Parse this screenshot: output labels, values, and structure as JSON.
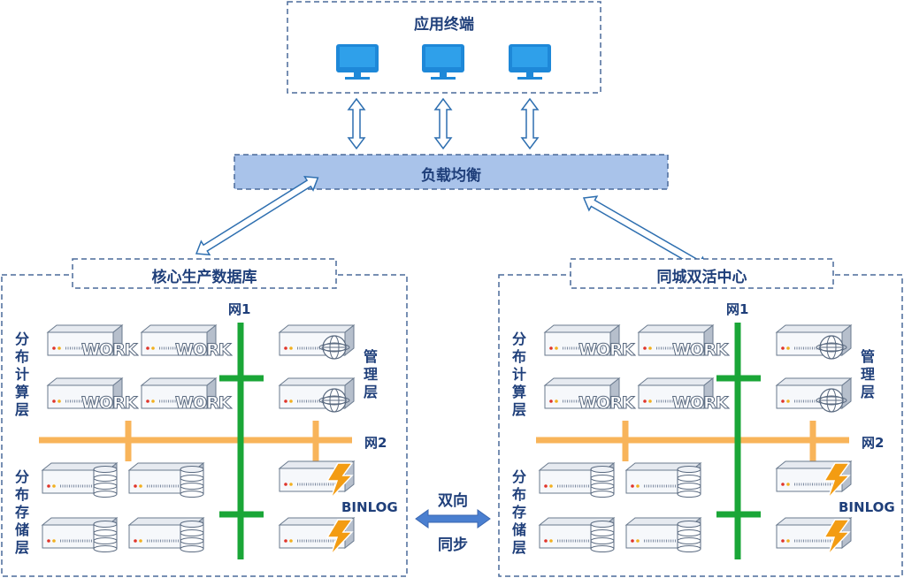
{
  "terminal": {
    "title": "应用终端",
    "monitor_icons": [
      "monitor-icon",
      "monitor-icon",
      "monitor-icon"
    ]
  },
  "load_balancer": {
    "label": "负载均衡"
  },
  "sync": {
    "line1": "双向",
    "line2": "同步"
  },
  "sites": [
    {
      "title": "核心生产数据库",
      "net1": "网1",
      "net2": "网2",
      "compute_layer": "分布计算层",
      "storage_layer": "分布存储层",
      "mgmt_layer": "管理层",
      "binlog": "BINLOG",
      "work_text": "WORK"
    },
    {
      "title": "同城双活中心",
      "net1": "网1",
      "net2": "网2",
      "compute_layer": "分布计算层",
      "storage_layer": "分布存储层",
      "mgmt_layer": "管理层",
      "binlog": "BINLOG",
      "work_text": "WORK"
    }
  ],
  "colors": {
    "frame": "#4a6a9a",
    "lb_fill": "#a9c3ea",
    "monitor": "#1e88d8",
    "net1": "#1aa637",
    "net2": "#f8b45a",
    "bolt": "#f39c12",
    "text": "#1f3f7a"
  }
}
